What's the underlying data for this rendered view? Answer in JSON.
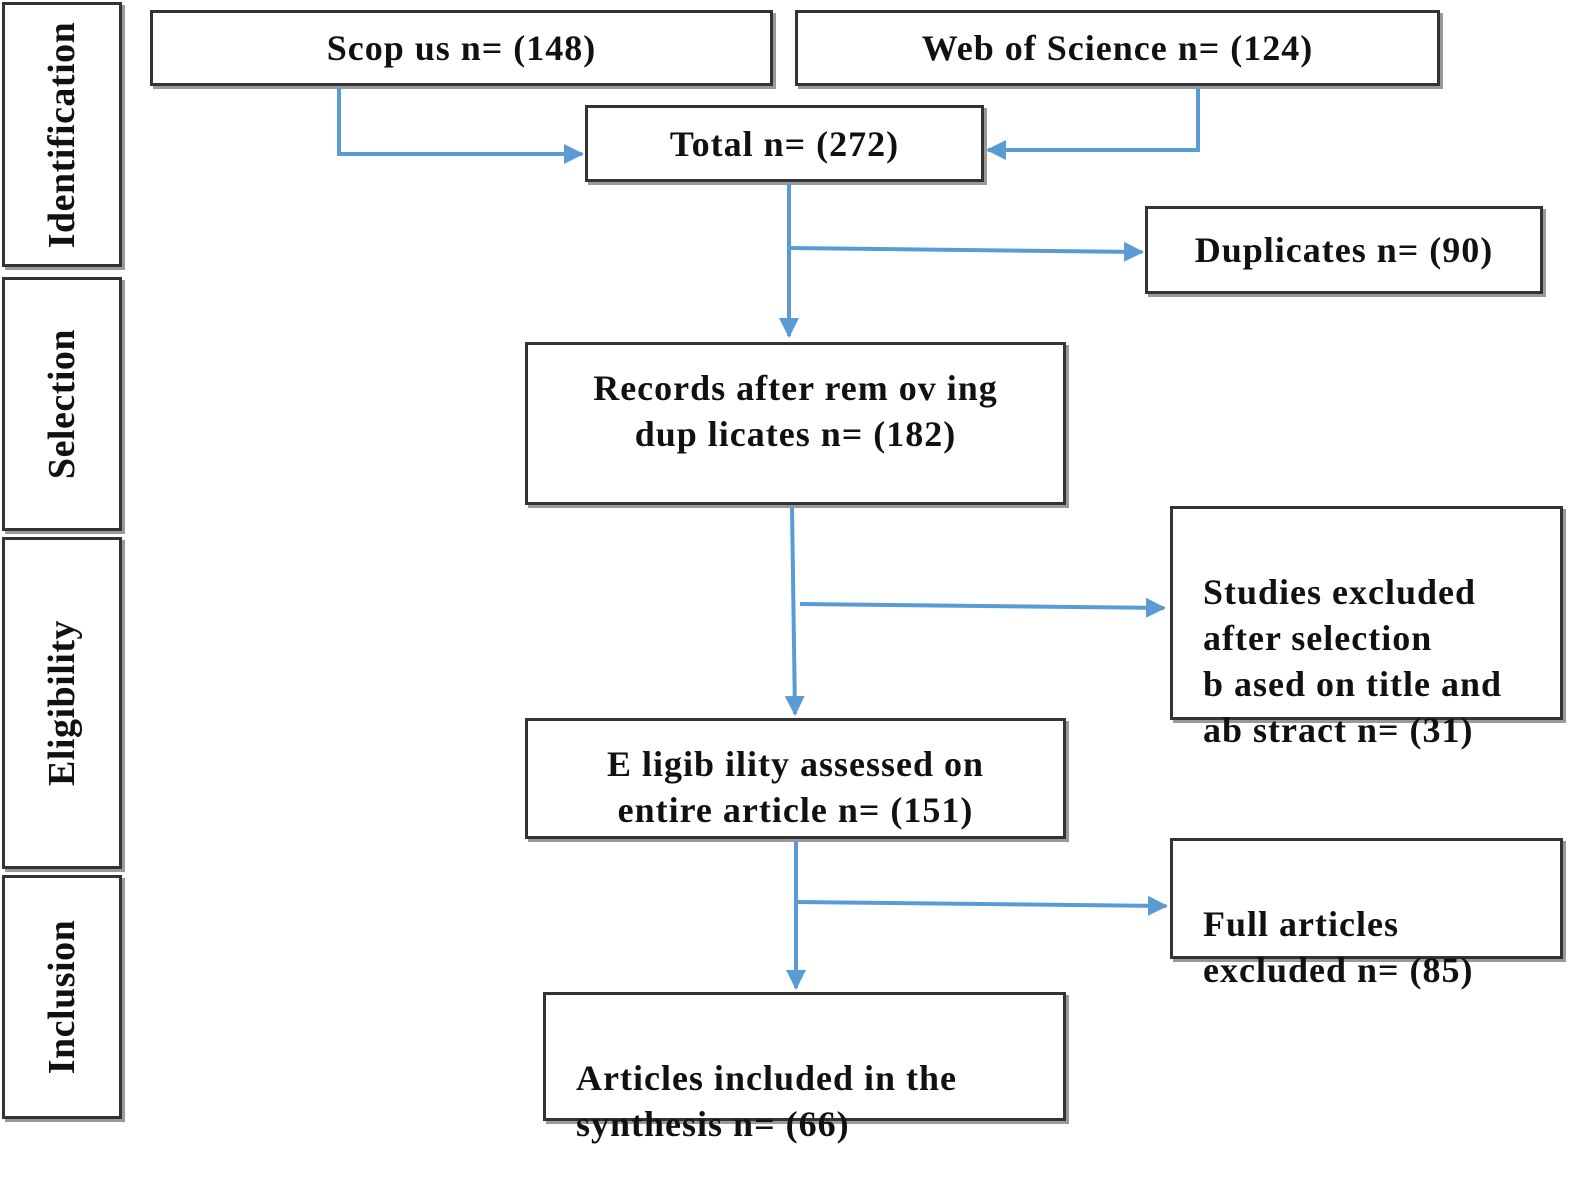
{
  "phases": {
    "identification": "Identification",
    "selection": "Selection",
    "eligibility": "Eligibility",
    "inclusion": "Inclusion"
  },
  "boxes": {
    "scopus": "Scop us n= (148)",
    "wos": "Web  of Science n= (124)",
    "total": "Total n= (272)",
    "duplicates": "Duplicates n= (90)",
    "records_after": "Records after rem ov ing\ndup licates n= (182)",
    "excluded_title_abstract": "Studies excluded\nafter selection\nb ased on title and\nab stract n= (31)",
    "eligibility_assessed": "E ligib ility  assessed on\nentire article n= (151)",
    "full_excluded": "Full articles\nexcluded  n= (85)",
    "included": "Articles included  in the\nsynthesis n= (66)"
  },
  "colors": {
    "arrow": "#5b9bd5",
    "border": "#333333"
  }
}
